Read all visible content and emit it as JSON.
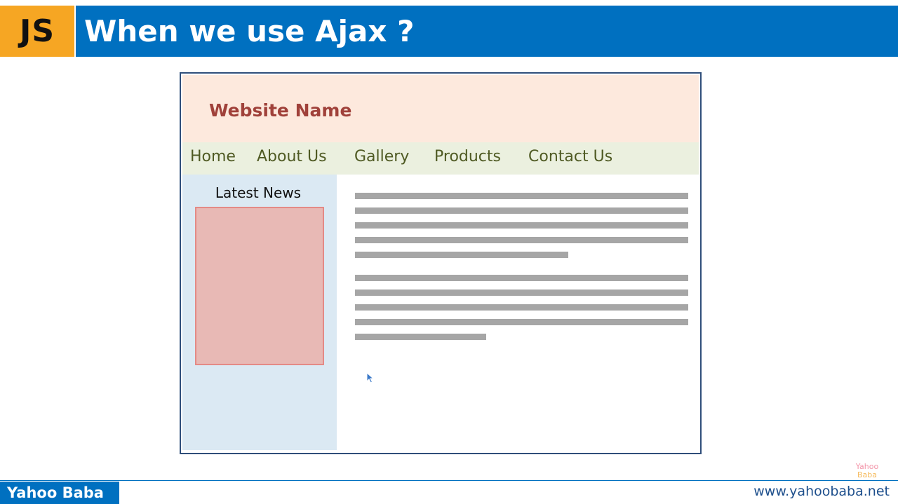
{
  "header": {
    "badge": "JS",
    "title": "When we use Ajax ?"
  },
  "mock_site": {
    "site_name": "Website Name",
    "nav": [
      "Home",
      "About Us",
      "Gallery",
      "Products",
      "Contact Us"
    ],
    "sidebar_title": "Latest News"
  },
  "footer": {
    "brand": "Yahoo Baba",
    "url": "www.yahoobaba.net",
    "watermark_line1": "Yahoo",
    "watermark_line2": "Baba"
  },
  "colors": {
    "banner_blue": "#0070c0",
    "badge_orange": "#f6a623",
    "site_header_bg": "#fde9dd",
    "nav_bg": "#ebf0df",
    "sidebar_bg": "#dbe9f3",
    "news_box": "#e8b9b5",
    "site_name_color": "#a0413a"
  }
}
